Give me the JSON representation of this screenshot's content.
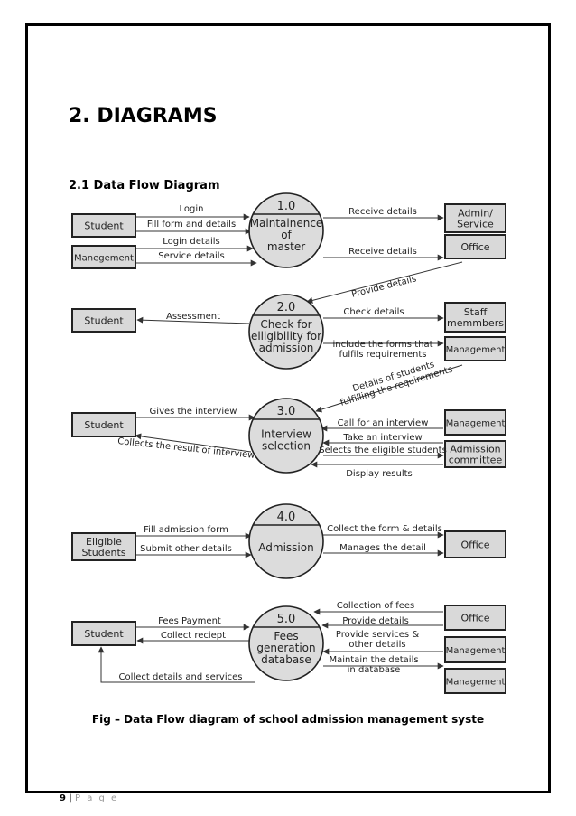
{
  "heading": "2. DIAGRAMS",
  "subheading": "2.1 Data Flow Diagram",
  "caption": "Fig – Data Flow diagram of school admission management syste",
  "footer": {
    "page_number": "9",
    "separator": "|",
    "page_word": "P a g e"
  },
  "diagram": {
    "processes": [
      {
        "id": "1.0",
        "lines": [
          "Maintainence",
          "of",
          "master"
        ]
      },
      {
        "id": "2.0",
        "lines": [
          "Check for",
          "elligibility for",
          "admission"
        ]
      },
      {
        "id": "3.0",
        "lines": [
          "Interview",
          "selection"
        ]
      },
      {
        "id": "4.0",
        "lines": [
          "Admission"
        ]
      },
      {
        "id": "5.0",
        "lines": [
          "Fees",
          "generation",
          "database"
        ]
      }
    ],
    "entities": [
      {
        "lines": [
          "Student"
        ]
      },
      {
        "lines": [
          "Manegement"
        ]
      },
      {
        "lines": [
          "Admin/",
          "Service"
        ]
      },
      {
        "lines": [
          "Office"
        ]
      },
      {
        "lines": [
          "Student"
        ]
      },
      {
        "lines": [
          "Staff",
          "memmbers"
        ]
      },
      {
        "lines": [
          "Management"
        ]
      },
      {
        "lines": [
          "Student"
        ]
      },
      {
        "lines": [
          "Management"
        ]
      },
      {
        "lines": [
          "Admission",
          "committee"
        ]
      },
      {
        "lines": [
          "Eligible",
          "Students"
        ]
      },
      {
        "lines": [
          "Office"
        ]
      },
      {
        "lines": [
          "Student"
        ]
      },
      {
        "lines": [
          "Office"
        ]
      },
      {
        "lines": [
          "Management"
        ]
      },
      {
        "lines": [
          "Management"
        ]
      }
    ],
    "flows": [
      {
        "lines": [
          "Login"
        ]
      },
      {
        "lines": [
          "Fill form and details"
        ]
      },
      {
        "lines": [
          "Login details"
        ]
      },
      {
        "lines": [
          "Service details"
        ]
      },
      {
        "lines": [
          "Receive details"
        ]
      },
      {
        "lines": [
          "Receive details"
        ]
      },
      {
        "lines": [
          "Provide details"
        ]
      },
      {
        "lines": [
          "Assessment"
        ]
      },
      {
        "lines": [
          "Check details"
        ]
      },
      {
        "lines": [
          "include the forms that",
          "fulfils requirements"
        ]
      },
      {
        "lines": [
          "Details of students",
          "fulfilling the requirements"
        ]
      },
      {
        "lines": [
          "Gives the interview"
        ]
      },
      {
        "lines": [
          "Collects the result of interview"
        ]
      },
      {
        "lines": [
          "Call for an interview"
        ]
      },
      {
        "lines": [
          "Take an interview"
        ]
      },
      {
        "lines": [
          "Selects the eligible students"
        ]
      },
      {
        "lines": [
          "Display results"
        ]
      },
      {
        "lines": [
          "Fill admission form"
        ]
      },
      {
        "lines": [
          "Submit other details"
        ]
      },
      {
        "lines": [
          "Collect the form & details"
        ]
      },
      {
        "lines": [
          "Manages the detail"
        ]
      },
      {
        "lines": [
          "Collection of fees"
        ]
      },
      {
        "lines": [
          "Provide details"
        ]
      },
      {
        "lines": [
          "Fees Payment"
        ]
      },
      {
        "lines": [
          "Collect reciept"
        ]
      },
      {
        "lines": [
          "Provide services &",
          "other details"
        ]
      },
      {
        "lines": [
          "Maintain the details",
          "in database"
        ]
      },
      {
        "lines": [
          "Collect details and services"
        ]
      }
    ]
  }
}
